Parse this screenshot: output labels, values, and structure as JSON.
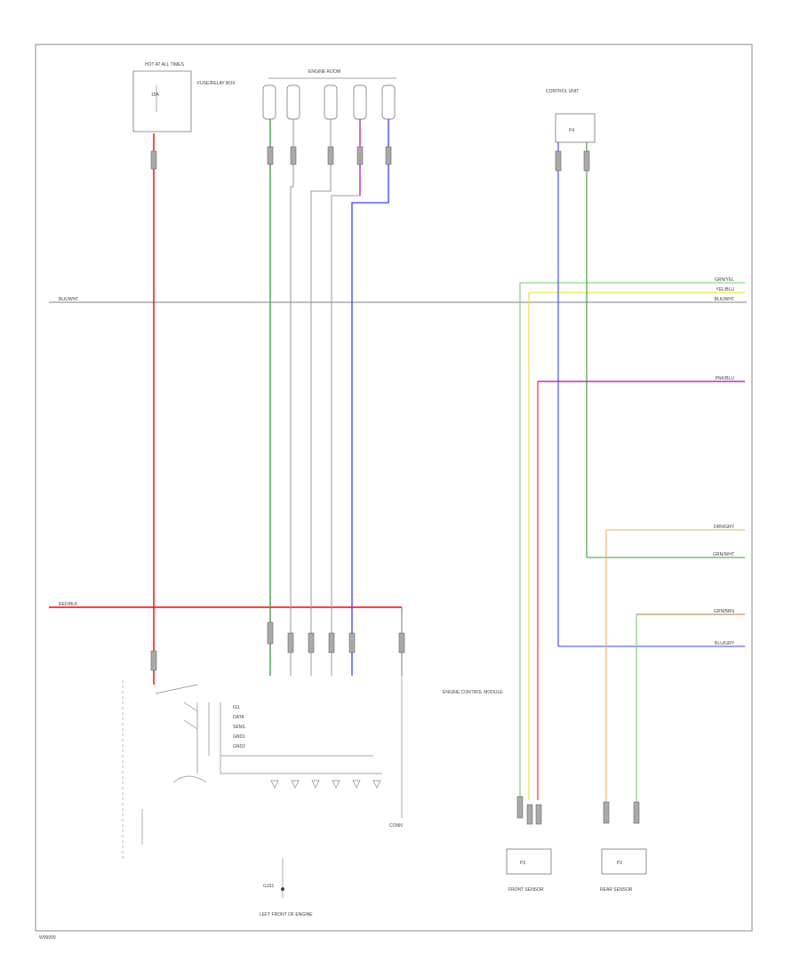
{
  "diagram": {
    "wire_colors": {
      "red": "#ff0000",
      "green": "#3a9a3a",
      "gray": "#9a9a9a",
      "violet": "#b000c8",
      "blue": "#3c3cff",
      "yellow": "#f2e24a",
      "light_green": "#6bd66b",
      "tan": "#e0b060",
      "brown": "#b07a3a",
      "magenta": "#c000a0"
    },
    "labels": {
      "fuse_top_title": "HOT AT ALL TIMES",
      "fuse_box_desc": "FUSE/RELAY BOX",
      "fuse_value": "15A",
      "mid_top_title": "ENGINE ROOM",
      "right_top_title": "CONTROL UNIT",
      "right_top_box": "P4",
      "left_wire_label": "BLK/WHT",
      "left_red_label": "RED/BLK",
      "right_labels": [
        "GRN/YEL",
        "YEL/BLU",
        "BLK/WHT",
        "PNK/BLU",
        "ORN/GRY",
        "GRN/WHT",
        "GRN/BRN",
        "BLU/GRY"
      ],
      "module_desc": "ENGINE CONTROL MODULE",
      "module_items": [
        "IG1",
        "DATA",
        "SENS",
        "GND1",
        "GND2"
      ],
      "ground_label": "G101",
      "ground_desc": "LEFT FRONT OF ENGINE",
      "bottom_mid_label": "CONN",
      "sensor1_box": "P3",
      "sensor1_desc": "FRONT SENSOR",
      "sensor2_box": "P2",
      "sensor2_desc": "REAR SENSOR",
      "footer": "W99999"
    }
  }
}
